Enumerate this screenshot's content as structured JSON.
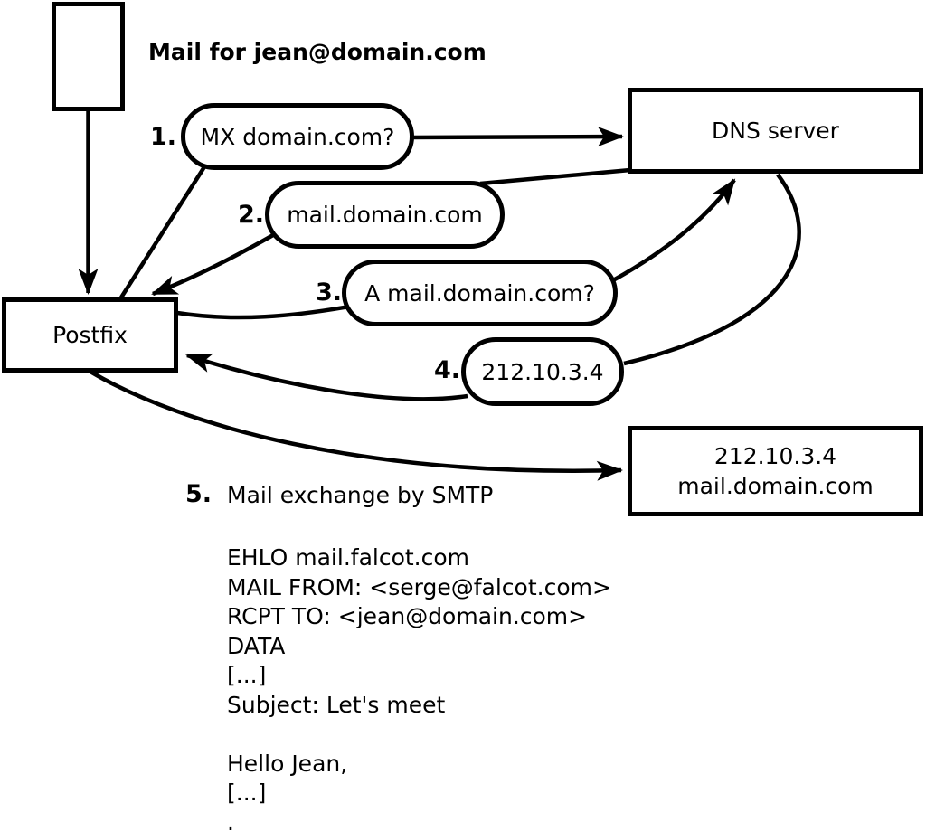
{
  "title": "Mail for jean@domain.com",
  "nodes": {
    "postfix": {
      "label": "Postfix"
    },
    "dns_server": {
      "label": "DNS server"
    },
    "destination": {
      "line1": "212.10.3.4",
      "line2": "mail.domain.com"
    }
  },
  "steps": [
    {
      "number": "1.",
      "label": "MX domain.com?"
    },
    {
      "number": "2.",
      "label": "mail.domain.com"
    },
    {
      "number": "3.",
      "label": "A mail.domain.com?"
    },
    {
      "number": "4.",
      "label": "212.10.3.4"
    },
    {
      "number": "5.",
      "label": "Mail exchange by SMTP"
    }
  ],
  "smtp_session": {
    "text": "EHLO mail.falcot.com\nMAIL FROM: <serge@falcot.com>\nRCPT TO: <jean@domain.com>\nDATA\n[...]\nSubject: Let's meet\n\nHello Jean,\n[...]\n."
  },
  "colors": {
    "stroke": "#000000",
    "background": "#ffffff"
  }
}
